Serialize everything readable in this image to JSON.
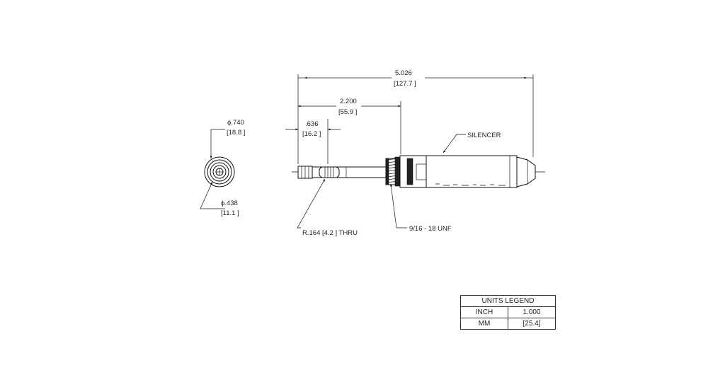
{
  "dimensions": {
    "overall_length": {
      "in": "5.026",
      "mm": "[127.7 ]"
    },
    "to_thread": {
      "in": "2.200",
      "mm": "[55.9 ]"
    },
    "to_hole": {
      "in": ".636",
      "mm": "[16.2 ]"
    },
    "outer_diameter": {
      "in": "ϕ.740",
      "mm": "[18.8 ]"
    },
    "inner_diameter": {
      "in": "ϕ.438",
      "mm": "[11.1 ]"
    }
  },
  "callouts": {
    "silencer": "SILENCER",
    "thread": "9/16 - 18 UNF",
    "hole": "R.164 [4.2 ] THRU"
  },
  "legend": {
    "title": "UNITS LEGEND",
    "rows": [
      {
        "unit": "INCH",
        "value": "1.000"
      },
      {
        "unit": "MM",
        "value": "[25.4]"
      }
    ]
  }
}
